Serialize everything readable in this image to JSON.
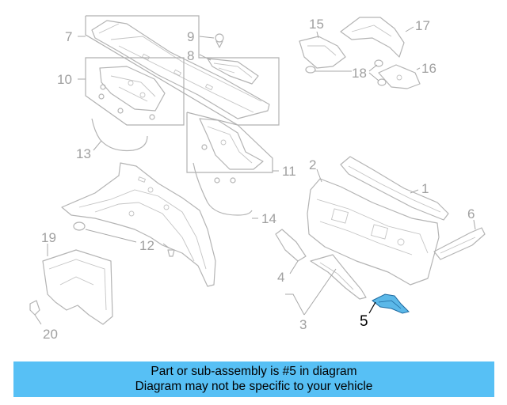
{
  "diagram": {
    "callouts": [
      "1",
      "2",
      "3",
      "4",
      "5",
      "6",
      "7",
      "8",
      "9",
      "10",
      "11",
      "12",
      "13",
      "14",
      "15",
      "16",
      "17",
      "18",
      "19",
      "20"
    ],
    "highlight_color": "#5bb8e8"
  },
  "banner": {
    "line1": "Part or sub-assembly is #5 in diagram",
    "line2": "Diagram may not be specific to your vehicle",
    "background": "#57c0f5"
  }
}
